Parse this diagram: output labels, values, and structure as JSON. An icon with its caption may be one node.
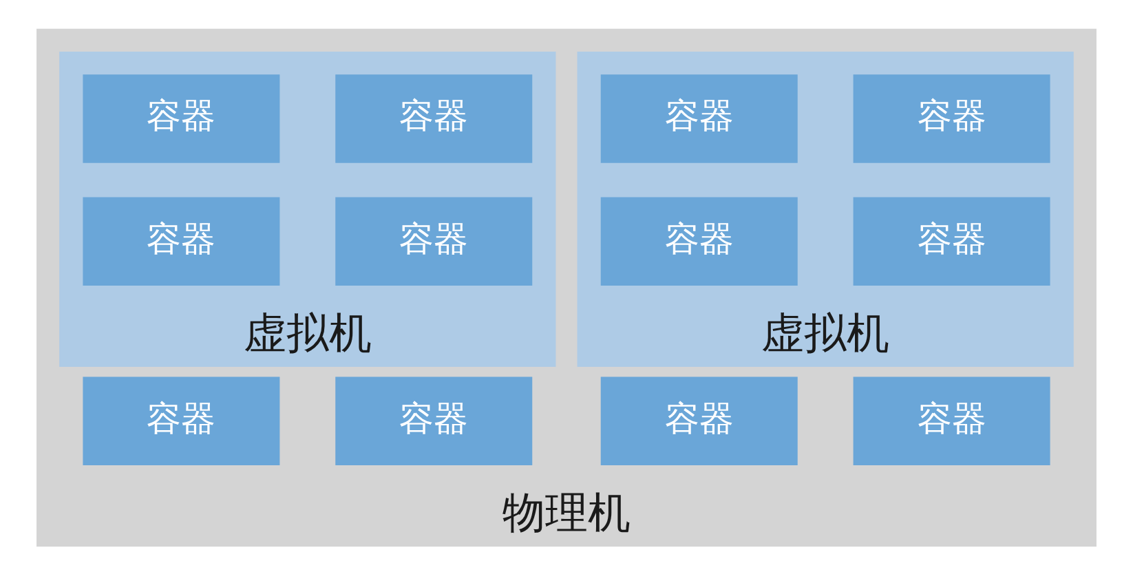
{
  "diagram": {
    "nodes": [
      {
        "text": [
          "物理机"
        ]
      },
      {
        "text": [
          "虚拟机"
        ],
        "in": 0
      },
      {
        "text": [
          "容器"
        ],
        "in": 1
      },
      {
        "text": [
          "容器"
        ],
        "in": 1
      },
      {
        "text": [
          "容器"
        ],
        "in": 1
      },
      {
        "text": [
          "容器"
        ],
        "in": 1
      },
      {
        "text": [
          "虚拟机"
        ],
        "in": 0
      },
      {
        "text": [
          "容器"
        ],
        "in": 6
      },
      {
        "text": [
          "容器"
        ],
        "in": 6
      },
      {
        "text": [
          "容器"
        ],
        "in": 6
      },
      {
        "text": [
          "容器"
        ],
        "in": 6
      },
      {
        "text": [
          "容器"
        ],
        "in": 0
      },
      {
        "text": [
          "容器"
        ],
        "in": 0
      },
      {
        "text": [
          "容器"
        ],
        "in": 0
      },
      {
        "text": [
          "容器"
        ],
        "in": 0
      }
    ]
  }
}
